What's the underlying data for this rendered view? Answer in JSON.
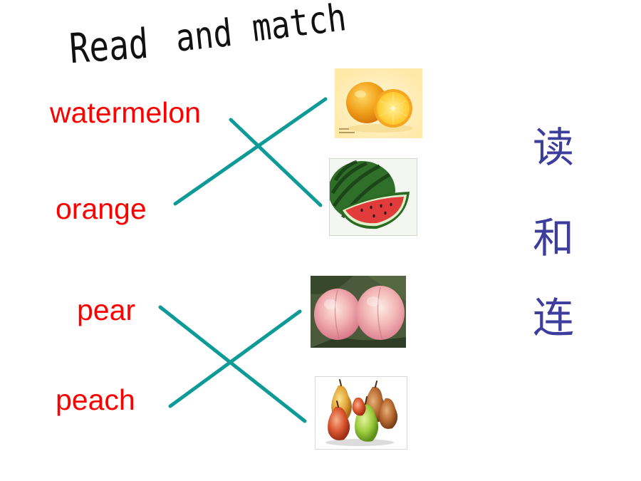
{
  "title": {
    "word1": "Read",
    "word2": "and",
    "word3": "match"
  },
  "words": [
    "watermelon",
    "orange",
    "pear",
    "peach"
  ],
  "side_text": [
    "读",
    "和",
    "连"
  ],
  "pictures": {
    "orange": {
      "icon": "orange-fruit-image"
    },
    "watermelon": {
      "icon": "watermelon-slice-image"
    },
    "peach": {
      "icon": "peaches-image"
    },
    "pear": {
      "icon": "pears-image"
    }
  },
  "colors": {
    "word_color": "#ff0000",
    "line_color": "#0e9a96",
    "side_text_color": "#3d3d9e",
    "title_color": "#111111"
  }
}
